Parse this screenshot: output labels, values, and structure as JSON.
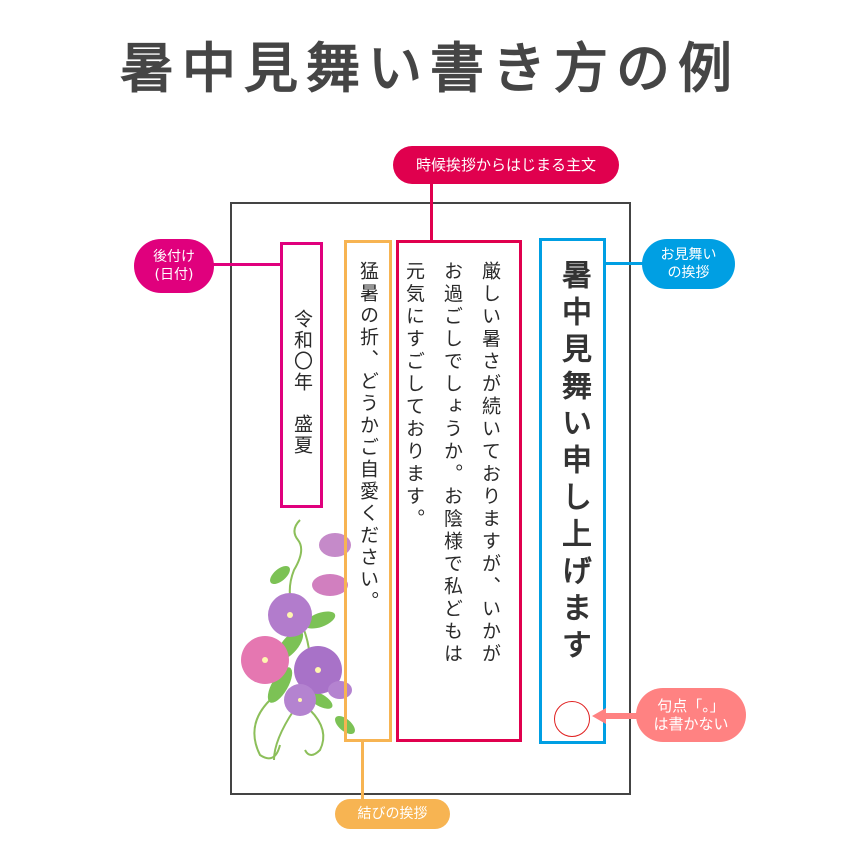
{
  "title": "暑中見舞い書き方の例",
  "colors": {
    "main_body": "#e0004e",
    "date": "#e0007d",
    "greeting": "#009fe3",
    "closing": "#f7b452",
    "period_note": "#ff8282",
    "frame": "#444444"
  },
  "labels": {
    "main_body": "時候挨拶からはじまる主文",
    "date_line1": "後付け",
    "date_line2": "(日付)",
    "greeting_line1": "お見舞い",
    "greeting_line2": "の挨拶",
    "period_line1": "句点「。」",
    "period_line2": "は書かない",
    "closing": "結びの挨拶"
  },
  "card": {
    "greeting": "暑中見舞い申し上げます",
    "body_lines": [
      "厳しい暑さが続いておりますが、いかが",
      "お過ごしでしょうか。お陰様で私どもは",
      "元気にすごしております。"
    ],
    "closing": "猛暑の折、どうかご自愛ください。",
    "date": "令和〇年　盛夏"
  },
  "icons": {
    "illustration": "morning-glory-flowers",
    "omitted_period": "red-circle",
    "arrow": "arrow-left"
  }
}
